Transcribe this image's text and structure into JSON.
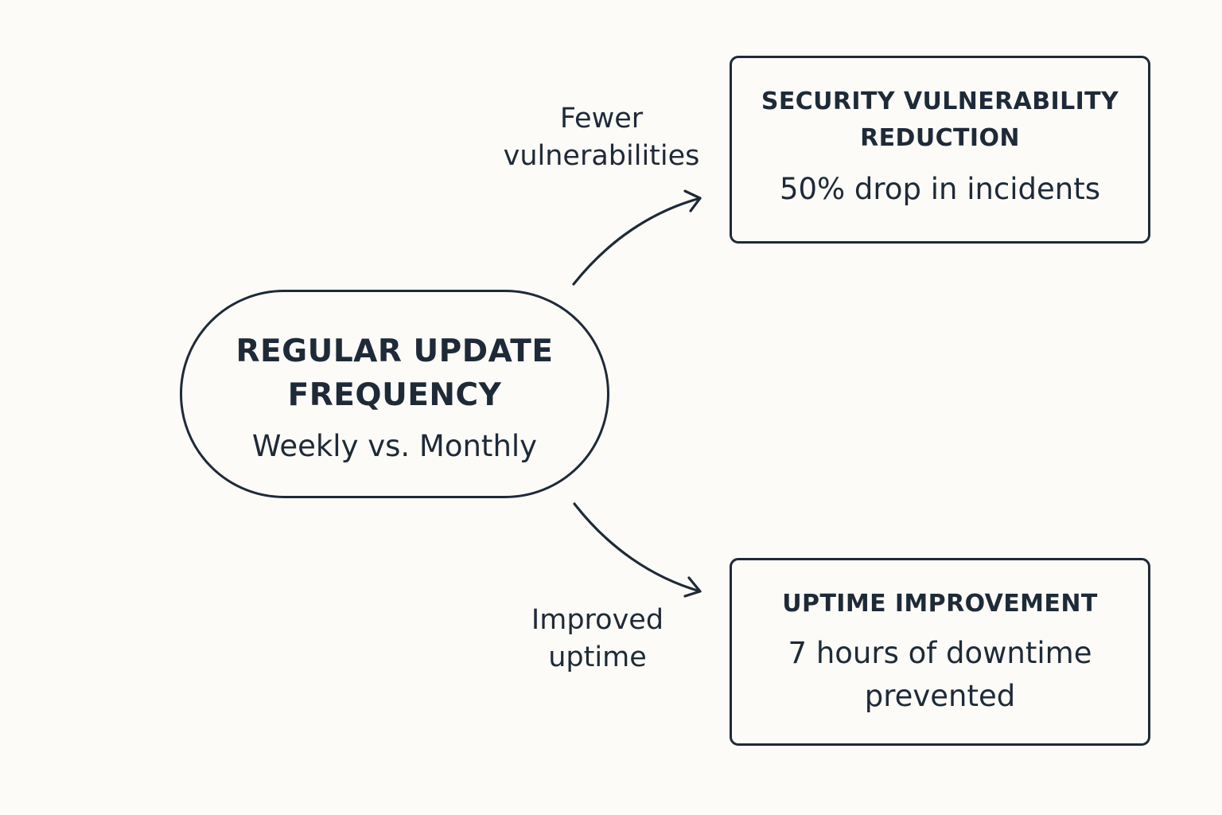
{
  "diagram": {
    "source": {
      "title": "REGULAR UPDATE\nFREQUENCY",
      "subtitle": "Weekly vs. Monthly"
    },
    "edges": [
      {
        "label": "Fewer\nvulnerabilities"
      },
      {
        "label": "Improved\nuptime"
      }
    ],
    "results": [
      {
        "title": "SECURITY VULNERABILITY\nREDUCTION",
        "value": "50% drop in incidents"
      },
      {
        "title": "UPTIME IMPROVEMENT",
        "value": "7 hours of downtime\nprevented"
      }
    ]
  },
  "colors": {
    "background": "#fcfbf7",
    "ink": "#1e2a38"
  }
}
